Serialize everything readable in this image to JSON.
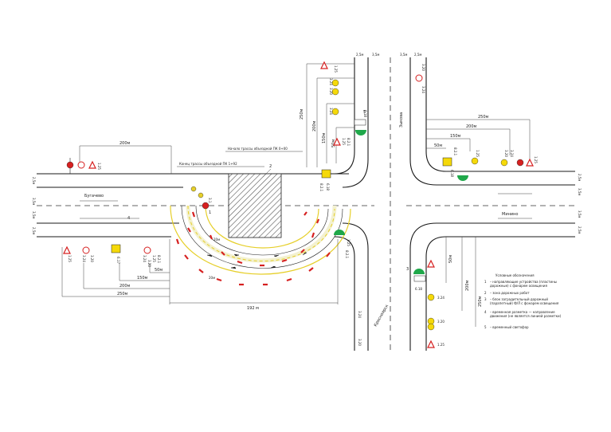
{
  "labels": {
    "village_west": "Бугачево",
    "village_north": "Зыкова",
    "village_east": "Минино",
    "village_south": "Красноярск",
    "bypass_end": "Конец трассы объездной ПК 1+92",
    "bypass_start": "Начало трассы объездной ПК 0+00"
  },
  "dimensions": {
    "d_200_top": "200м",
    "d_200_bottom": "200м",
    "d_250_bottom": "250м",
    "d_150_bottom": "150м",
    "d_50_bottom": "50м",
    "d_192": "192 м",
    "d_20_a": "20м",
    "d_20_b": "20м",
    "d_250_north": "250м",
    "d_200_north": "200м",
    "d_150_north": "150м",
    "d_50_north": "50м",
    "d_250_east": "250м",
    "d_200_east": "200м",
    "d_150_east": "150м",
    "d_50_east": "50м",
    "d_50_south": "50м",
    "d_200_south": "200м",
    "d_250_south": "250м",
    "w_35_w1": "3,5м",
    "w_25_w1": "2,5м",
    "w_35_w2": "3,5м",
    "w_25_w2": "2,5м",
    "w_25_n1": "2,5м",
    "w_35_n1": "3,5м",
    "w_35_n2": "3,5м",
    "w_25_n2": "2,5м",
    "w_25_e1": "2,5м",
    "w_35_e1": "3,5м",
    "w_35_e2": "3,5м",
    "w_25_e2": "2,5м"
  },
  "sign_codes": {
    "s_125_w": "1.25",
    "s_324_w": "3.24",
    "s_320_w": "3.20",
    "s_617_w": "6.17",
    "s_125_w2": "1.25",
    "s_821_w": "8.2.1",
    "s_324_w2": "3.24",
    "s_320_w2": "3.20",
    "s_125_w3": "1.25",
    "s_125_n": "1.25",
    "s_324_n": "3.24",
    "s_320_n": "3.20",
    "s_324_n2": "3.24",
    "s_125_n2": "1.25",
    "s_821_n": "8.2.1",
    "s_320_n2": "3.20",
    "s_324_n3": "3.24",
    "s_618_n": "6.18",
    "s_125_e": "1.25",
    "s_821_e": "8.2.1",
    "s_320_e": "3.20",
    "s_324_e": "3.24",
    "s_125_e2": "1.25",
    "s_618_e": "6.18",
    "s_125_s": "1.25",
    "s_821_s": "8.2.1",
    "s_324_s": "3.24",
    "s_320_s": "3.20",
    "s_324_s2": "3.24",
    "s_125_s2": "1.25",
    "s_618_s": "6.18",
    "s_320_s2": "3.20",
    "s_821_bypass": "8.2.1",
    "s_618_bypass": "6.18",
    "s_31": "3.1"
  },
  "markers": {
    "m1": "1",
    "m2": "2",
    "m3": "3",
    "m4": "4",
    "m5": "5"
  },
  "legend": {
    "title": "Условные обозначения",
    "items": [
      {
        "num": "1",
        "text": "– направляющие устройства (пластины дорожные) с фонарем освещения"
      },
      {
        "num": "2",
        "text": "– зона дорожных работ"
      },
      {
        "num": "3",
        "text": "– блок заградительный дорожный (парапетный) Ф/Л с фонарем освещения"
      },
      {
        "num": "4",
        "text": "– временная разметка — направление движения (не является линией разметки)"
      },
      {
        "num": "5",
        "text": "– временный светофор"
      }
    ]
  },
  "colors": {
    "road": "#1a1a1a",
    "bypass_yellow": "#e6cf2a",
    "bypass_band": "#f3f1d0",
    "work_zone": "#555555",
    "sign_red": "#d62020",
    "sign_yellow": "#f5d90a",
    "signal_green": "#1fa84a"
  }
}
